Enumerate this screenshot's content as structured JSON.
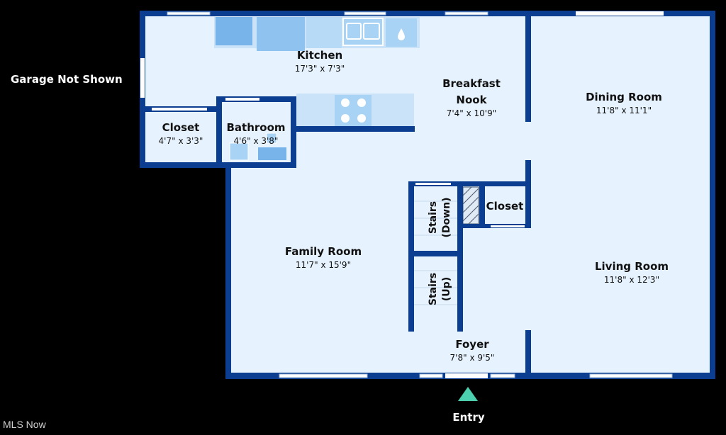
{
  "rooms": {
    "kitchen": {
      "name": "Kitchen",
      "dims": "17'3\" x 7'3\""
    },
    "breakfast_nook_line1": "Breakfast",
    "breakfast_nook_line2": "Nook",
    "breakfast_nook_dims": "7'4\" x 10'9\"",
    "dining_room": {
      "name": "Dining Room",
      "dims": "11'8\" x 11'1\""
    },
    "closet_left": {
      "name": "Closet",
      "dims": "4'7\" x 3'3\""
    },
    "bathroom": {
      "name": "Bathroom",
      "dims": "4'6\" x 3'8\""
    },
    "closet_right": {
      "name": "Closet"
    },
    "family_room": {
      "name": "Family Room",
      "dims": "11'7\" x 15'9\""
    },
    "living_room": {
      "name": "Living Room",
      "dims": "11'8\" x 12'3\""
    },
    "foyer": {
      "name": "Foyer",
      "dims": "7'8\" x 9'5\""
    },
    "stairs_down_line1": "Stairs",
    "stairs_down_line2": "(Down)",
    "stairs_up_line1": "Stairs",
    "stairs_up_line2": "(Up)"
  },
  "annotations": {
    "garage": "Garage Not Shown",
    "entry": "Entry",
    "watermark": "MLS Now"
  },
  "colors": {
    "wall": "#0b3d91",
    "floor": "#e6f2fd",
    "fixture": "#a9d3f5",
    "fixture_dark": "#78b4ea",
    "entry_marker": "#4ccfae"
  }
}
